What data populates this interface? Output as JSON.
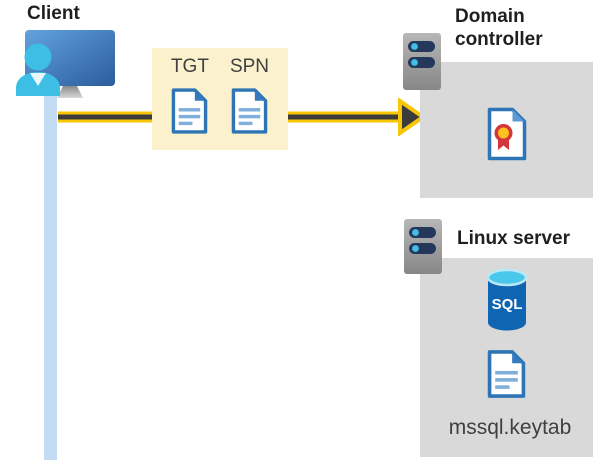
{
  "diagram": {
    "client": {
      "label": "Client"
    },
    "tickets": {
      "tgt_label": "TGT",
      "spn_label": "SPN"
    },
    "domain_controller": {
      "label": "Domain controller"
    },
    "linux_server": {
      "label": "Linux server",
      "database_label": "SQL",
      "keytab_label": "mssql.keytab"
    },
    "icons": [
      "user-monitor-icon",
      "server-icon",
      "document-icon",
      "certificate-icon",
      "sql-database-icon",
      "arrow-right-icon"
    ]
  },
  "colors": {
    "ticket_box_bg": "#FBF1CC",
    "server_box_bg": "#D9D9D9",
    "arrow_yellow": "#F9C606",
    "arrow_dark": "#3B3B3B",
    "client_line_blue": "#C4DBF4",
    "document_blue": "#2E75B6",
    "document_line_blue": "#7FAFDC",
    "server_bar_navy": "#24385C",
    "indicator_cyan": "#44BEE6",
    "person_cyan": "#3DBEE4",
    "cert_ribbon_red": "#D2373C",
    "cert_seal_yellow": "#FFC21E",
    "sql_cylinder_blue": "#1065B2",
    "sql_top_cyan": "#49C8EB"
  }
}
